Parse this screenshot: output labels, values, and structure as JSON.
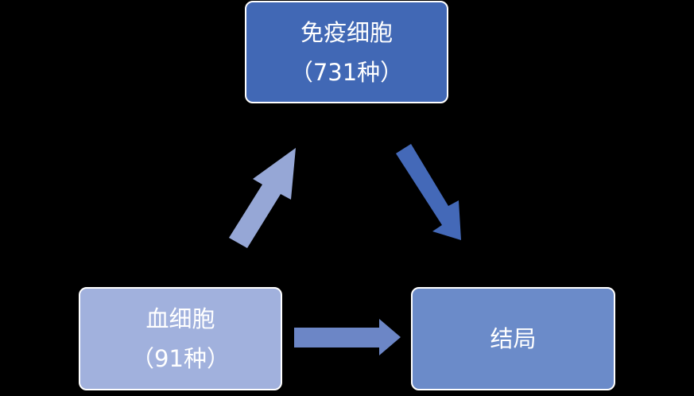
{
  "nodes": {
    "immune_cells": {
      "title": "免疫细胞",
      "count": "（731种）"
    },
    "blood_cells": {
      "title": "血细胞",
      "count": "（91种）"
    },
    "outcome": {
      "title": "结局"
    }
  },
  "colors": {
    "immune_cells": "#4168b5",
    "blood_cells": "#a1b1dd",
    "outcome": "#6b8bc9",
    "arrow_blood_to_immune": "#96a7d6",
    "arrow_immune_to_outcome": "#4469b8",
    "arrow_blood_to_outcome": "#6c86c6"
  }
}
